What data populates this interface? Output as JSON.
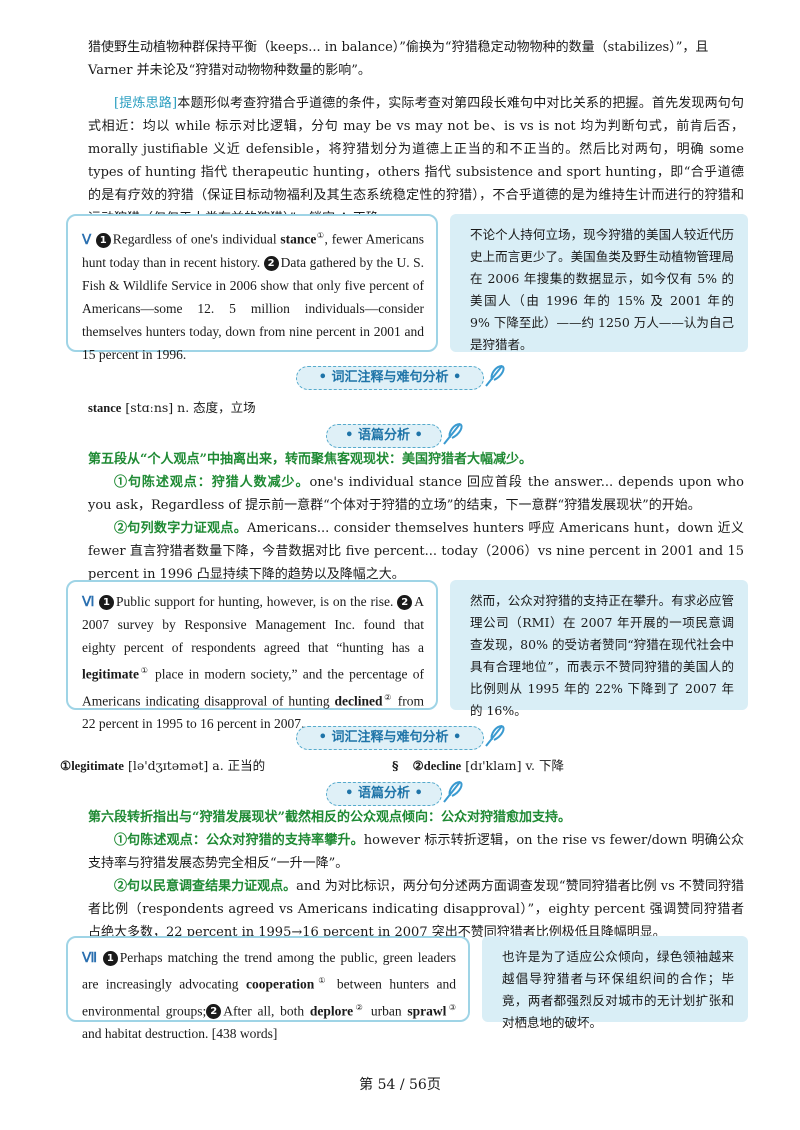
{
  "top_para": {
    "line1": "猎使野生动植物种群保持平衡（keeps... in balance）”偷换为“狩猎稳定动物物种的数量（stabilizes）”，且",
    "line2": "Varner 并未论及“狩猎对动物物种数量的影响”。"
  },
  "refine": {
    "tag": "[提炼思路]",
    "text": "本题形似考查狩猎合乎道德的条件，实际考查对第四段长难句中对比关系的把握。首先发现两句句式相近：均以 while 标示对比逻辑，分句 may be vs may not be、is vs is not 均为判断句式，前肯后否，morally justifiable 义近 defensible，将狩猎划分为道德上正当的和不正当的。然后比对两句，明确 some types of hunting 指代 therapeutic hunting，others 指代 subsistence and sport hunting，即“合乎道德的是有疗效的狩猎（保证目标动物福利及其生态系统稳定性的狩猎），不合乎道德的是为维持生计而进行的狩猎和运动狩猎（仅仅于人类有益的狩猎）”，锁定 A 正确。"
  },
  "para5": {
    "roman": "Ⅴ",
    "s1_a": "Regardless of one's individual ",
    "s1_word": "stance",
    "s1_b": ", fewer Americans hunt today than in recent history.",
    "s2": "Data gathered by the U. S. Fish & Wildlife Service in 2006 show that only five percent of Americans—some 12. 5 million individuals—consider themselves hunters today, down from nine percent in 2001 and 15 percent in 1996.",
    "cn": "不论个人持何立场，现今狩猎的美国人较近代历史上而言更少了。美国鱼类及野生动植物管理局在 2006 年搜集的数据显示，如今仅有 5% 的美国人（由 1996 年的 15% 及 2001 年的 9% 下降至此）——约 1250 万人——认为自己是狩猎者。"
  },
  "banners": {
    "vocab": "• 词汇注释与难句分析 •",
    "discourse": "• 语篇分析 •"
  },
  "vocab5": {
    "word": "stance",
    "rest": "[stɑːns] n. 态度，立场"
  },
  "analysis5": {
    "head": "第五段从“个人观点”中抽离出来，转而聚焦客观现状：美国狩猎者大幅减少。",
    "p1_head": "①句陈述观点：狩猎人数减少。",
    "p1_text": "one's individual stance 回应首段 the answer... depends upon who you ask，Regardless of 提示前一意群“个体对于狩猎的立场”的结束，下一意群“狩猎发展现状”的开始。",
    "p2_head": "②句列数字力证观点。",
    "p2_text": "Americans... consider themselves hunters 呼应 Americans hunt，down 近义 fewer 直言狩猎者数量下降，今昔数据对比 five percent... today（2006）vs nine percent in 2001 and 15 percent in 1996 凸显持续下降的趋势以及降幅之大。"
  },
  "para6": {
    "roman": "Ⅵ",
    "s1": "Public support for hunting, however, is on the rise.",
    "s2_a": "A 2007 survey by Responsive Management Inc. found that eighty percent of respondents agreed that “hunting has a ",
    "s2_word1": "legitimate",
    "s2_b": " place in modern society,” and the percentage of Americans indicating disapproval of hunting ",
    "s2_word2": "declined",
    "s2_c": " from 22 percent in 1995 to 16 percent in 2007.",
    "cn": "然而，公众对狩猎的支持正在攀升。有求必应管理公司（RMI）在 2007 年开展的一项民意调查发现，80% 的受访者赞同“狩猎在现代社会中具有合理地位”，而表示不赞同狩猎的美国人的比例则从 1995 年的 22% 下降到了 2007 年的 16%。"
  },
  "vocab6": {
    "item1_word": "①legitimate",
    "item1_rest": "[lə'dʒɪtəmət] a. 正当的",
    "item2_word": "②decline",
    "item2_rest": "[dɪ'klaɪn] v. 下降"
  },
  "analysis6": {
    "head": "第六段转折指出与“狩猎发展现状”截然相反的公众观点倾向：公众对狩猎愈加支持。",
    "p1_head": "①句陈述观点：公众对狩猎的支持率攀升。",
    "p1_text": "however 标示转折逻辑，on the rise vs fewer/down 明确公众支持率与狩猎发展态势完全相反“一升一降”。",
    "p2_head": "②句以民意调查结果力证观点。",
    "p2_text": "and 为对比标识，两分句分述两方面调查发现“赞同狩猎者比例 vs 不赞同狩猎者比例（respondents agreed vs Americans indicating disapproval）”，eighty percent 强调赞同狩猎者占绝大多数，22 percent in 1995→16 percent in 2007 突出不赞同狩猎者比例极低且降幅明显。"
  },
  "para7": {
    "roman": "Ⅶ",
    "s1_a": "Perhaps matching the trend among the public, green leaders are increasingly advocating ",
    "s1_word": "cooperation",
    "s1_b": " between hunters and environmental groups;",
    "s2_a": "After all, both ",
    "s2_word1": "deplore",
    "s2_b": " urban ",
    "s2_word2": "sprawl",
    "s2_c": " and habitat destruction. [438 words]",
    "cn": "也许是为了适应公众倾向，绿色领袖越来越倡导狩猎者与环保组织间的合作；毕竟，两者都强烈反对城市的无计划扩张和对栖息地的破坏。"
  },
  "footer": "第 54 / 56页",
  "colors": {
    "accent_blue": "#2a6fb0",
    "green": "#1f8a34",
    "box_border": "#9fd4e6",
    "box_fill": "#d9eef6"
  }
}
